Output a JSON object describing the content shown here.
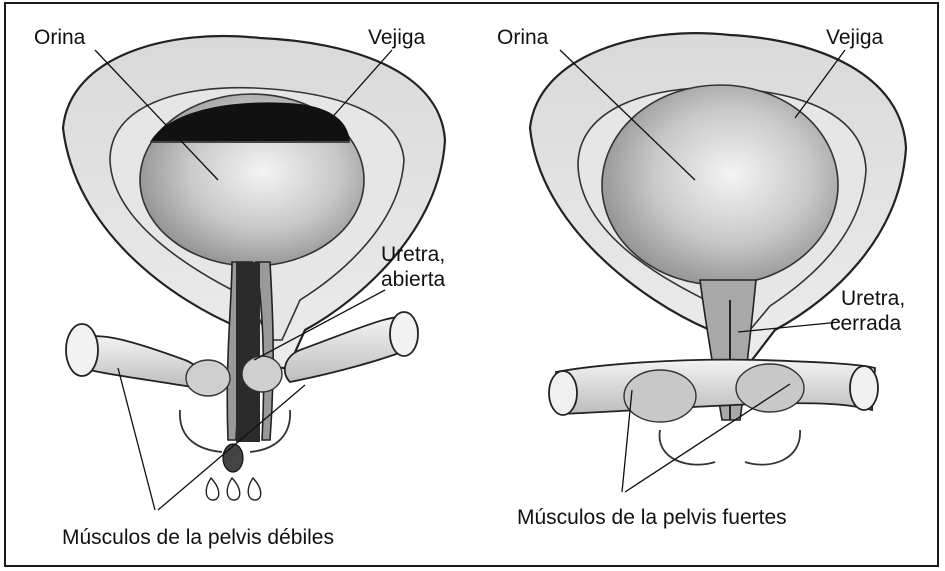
{
  "figure": {
    "left_panel": {
      "urine_label": "Orina",
      "bladder_label": "Vejiga",
      "urethra_label_line1": "Uretra,",
      "urethra_label_line2": "abierta",
      "muscles_label": "Músculos de la pelvis débiles"
    },
    "right_panel": {
      "urine_label": "Orina",
      "bladder_label": "Vejiga",
      "urethra_label_line1": "Uretra,",
      "urethra_label_line2": "cerrada",
      "muscles_label": "Músculos de la pelvis fuertes"
    }
  }
}
